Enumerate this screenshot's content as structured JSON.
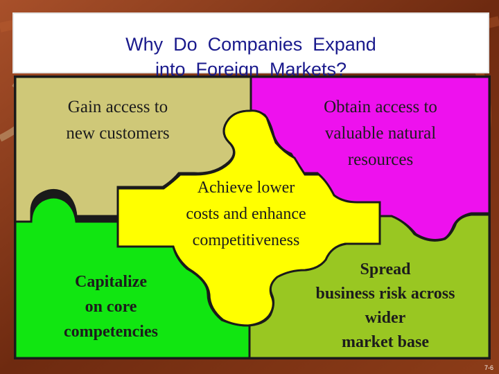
{
  "title": {
    "line1": "Why  Do  Companies  Expand",
    "line2": "into  Foreign  Markets?"
  },
  "pieces": {
    "top_left": {
      "lines": [
        "Gain access to",
        "new customers"
      ],
      "color": "#cfc878"
    },
    "top_right": {
      "lines": [
        "Obtain access to",
        "valuable natural",
        "resources"
      ],
      "color": "#ee11ee"
    },
    "center": {
      "lines": [
        "Achieve lower",
        "costs and enhance",
        "competitiveness"
      ],
      "color": "#ffff00"
    },
    "bottom_left": {
      "lines": [
        "Capitalize",
        "on core",
        "competencies"
      ],
      "color": "#11e611"
    },
    "bottom_right": {
      "lines": [
        "Spread",
        "business risk across",
        "wider",
        "market base"
      ],
      "color": "#99c722"
    }
  },
  "slide_number": "7-6",
  "colors": {
    "title_text": "#1a1a8c",
    "background": "#7a3212",
    "piece_outline": "#1a1a1a"
  }
}
